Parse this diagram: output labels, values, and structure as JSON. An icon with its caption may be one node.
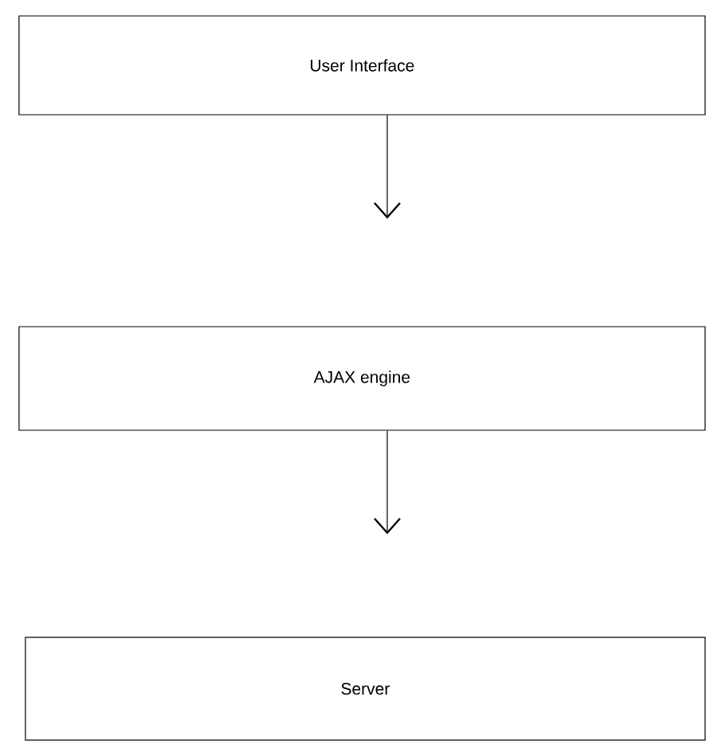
{
  "diagram": {
    "nodes": [
      {
        "text": [
          "User Interface"
        ]
      },
      {
        "text": [
          "AJAX engine"
        ]
      },
      {
        "text": [
          "Server"
        ]
      }
    ],
    "edges": [
      {
        "from": 0,
        "to": null,
        "arrow": "to"
      },
      {
        "from": 1,
        "to": null,
        "arrow": "to"
      }
    ]
  }
}
